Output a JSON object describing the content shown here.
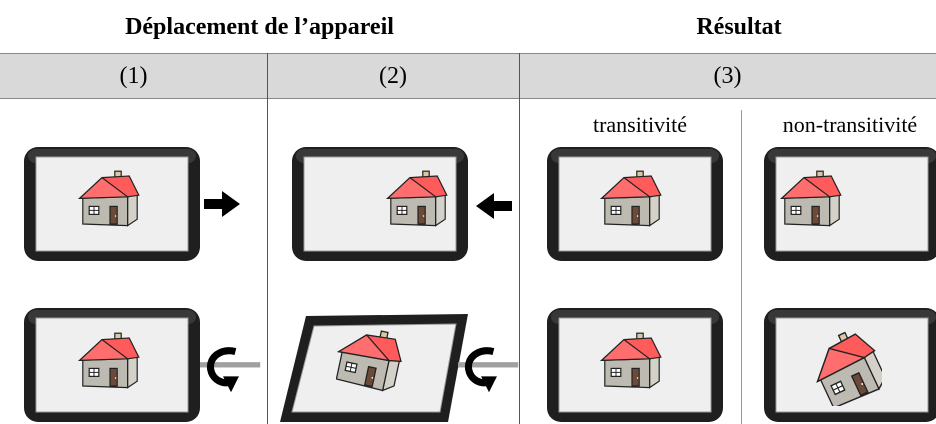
{
  "headers": {
    "device_movement": "Déplacement de l’appareil",
    "result": "Résultat"
  },
  "columns": [
    "(1)",
    "(2)",
    "(3)"
  ],
  "result_subheaders": {
    "transitivity": "transitivité",
    "non_transitivity": "non-transitivité"
  },
  "colors": {
    "header_band": "#d9d9d9",
    "device_frame": "#1f1f1f",
    "screen": "#efefef",
    "roof": "#ff5b5b",
    "wall_front": "#bdbab2",
    "wall_side": "#d4d1c9",
    "door": "#6b4a3a"
  },
  "icons": [
    "arrow-right-icon",
    "arrow-left-icon",
    "rotate-icon",
    "house-icon",
    "tablet-icon"
  ]
}
